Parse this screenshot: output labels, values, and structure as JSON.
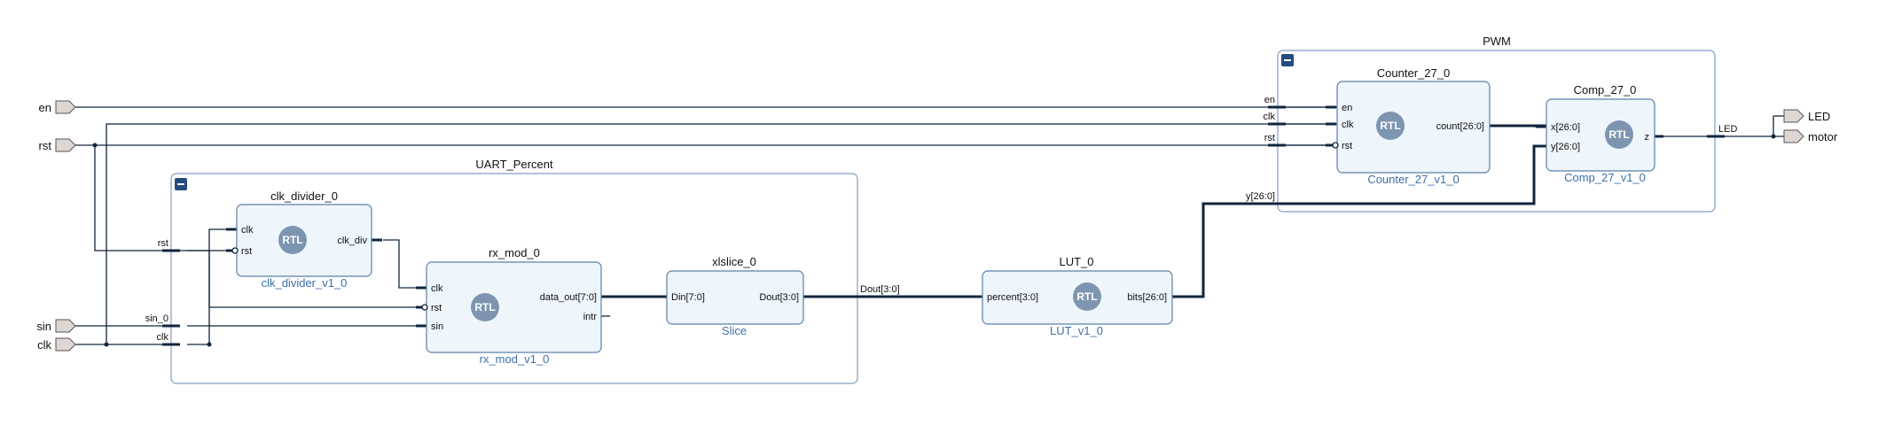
{
  "colors": {
    "hier_fill": "#ffffff",
    "hier_stroke": "#7f9ec0",
    "block_fill": "#eef5fb",
    "block_stroke": "#5b80aa",
    "wire": "#10253c",
    "io_fill": "#ddd6d2",
    "collapse_btn": "#244c80",
    "rtl_badge": "#7d95b0",
    "module_text": "#3d6fa8"
  },
  "external_ports": {
    "inputs": [
      "en",
      "rst",
      "sin",
      "clk"
    ],
    "outputs": [
      "LED",
      "motor"
    ]
  },
  "hierarchies": {
    "uart": {
      "title": "UART_Percent",
      "pins": {
        "rst": "rst",
        "sin": "sin_0",
        "clk": "clk"
      }
    },
    "pwm": {
      "title": "PWM",
      "pins": {
        "en": "en",
        "clk": "clk",
        "rst": "rst",
        "y": "y[26:0]",
        "led": "LED"
      }
    }
  },
  "blocks": {
    "clk_divider": {
      "instance": "clk_divider_0",
      "module": "clk_divider_v1_0",
      "badge": "RTL",
      "ports_in": [
        "clk",
        "rst"
      ],
      "ports_out": [
        "clk_div"
      ]
    },
    "rx_mod": {
      "instance": "rx_mod_0",
      "module": "rx_mod_v1_0",
      "badge": "RTL",
      "ports_in": [
        "clk",
        "rst",
        "sin"
      ],
      "ports_out": [
        "data_out[7:0]",
        "intr"
      ]
    },
    "xlslice": {
      "instance": "xlslice_0",
      "module": "Slice",
      "ports_in": [
        "Din[7:0]"
      ],
      "ports_out": [
        "Dout[3:0]"
      ]
    },
    "lut": {
      "instance": "LUT_0",
      "module": "LUT_v1_0",
      "badge": "RTL",
      "ports_in": [
        "percent[3:0]"
      ],
      "ports_out": [
        "bits[26:0]"
      ]
    },
    "counter": {
      "instance": "Counter_27_0",
      "module": "Counter_27_v1_0",
      "badge": "RTL",
      "ports_in": [
        "en",
        "clk",
        "rst"
      ],
      "ports_out": [
        "count[26:0]"
      ]
    },
    "comp": {
      "instance": "Comp_27_0",
      "module": "Comp_27_v1_0",
      "badge": "RTL",
      "ports_in": [
        "x[26:0]",
        "y[26:0]"
      ],
      "ports_out": [
        "z"
      ]
    }
  },
  "nets": {
    "dout": "Dout[3:0]"
  }
}
